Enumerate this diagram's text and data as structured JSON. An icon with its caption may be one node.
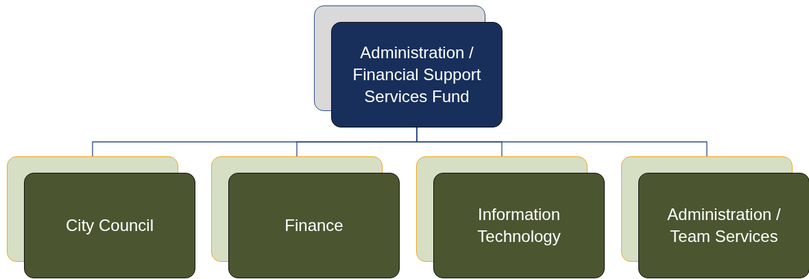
{
  "diagram": {
    "nodes": [
      {
        "text": [
          "Administration / Financial Support Services Fund"
        ]
      },
      {
        "text": [
          "City Council"
        ]
      },
      {
        "text": [
          "Finance"
        ]
      },
      {
        "text": [
          "Information Technology"
        ]
      },
      {
        "text": [
          "Administration / Team Services"
        ]
      }
    ],
    "edges": [
      {
        "from": 0,
        "to": 1,
        "arrow": "none"
      },
      {
        "from": 0,
        "to": 2,
        "arrow": "none"
      },
      {
        "from": 0,
        "to": 3,
        "arrow": "none"
      },
      {
        "from": 0,
        "to": 4,
        "arrow": "none"
      }
    ]
  }
}
